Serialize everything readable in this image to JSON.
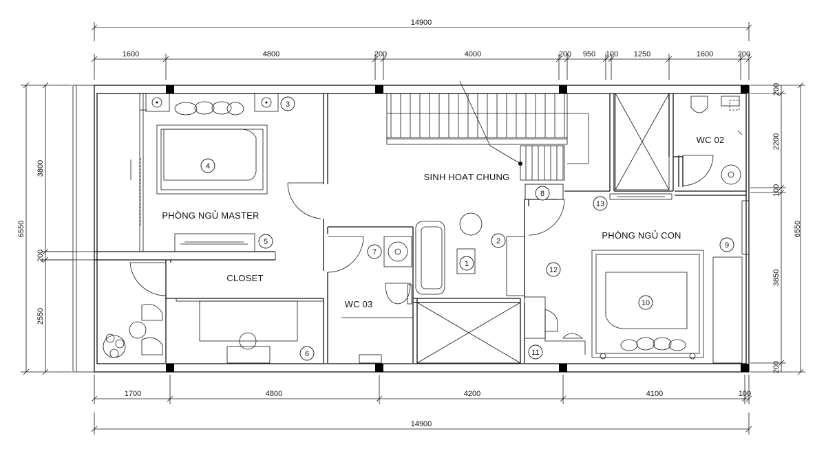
{
  "dimensions": {
    "top_total": "14900",
    "top_segments": [
      "1600",
      "4800",
      "200",
      "4000",
      "200",
      "950",
      "100",
      "1250",
      "1600",
      "200"
    ],
    "bottom_segments": [
      "1700",
      "4800",
      "4200",
      "4100",
      "100"
    ],
    "bottom_total": "14900",
    "left_outer": "6550",
    "left_inner": [
      "3800",
      "200",
      "2550"
    ],
    "right_outer": "6550",
    "right_inner": [
      "200",
      "2200",
      "100",
      "3850",
      "200"
    ]
  },
  "rooms": {
    "master_bedroom": "PHÒNG NGỦ MASTER",
    "living": "SINH HOẠT CHUNG",
    "wc02": "WC 02",
    "closet": "CLOSET",
    "wc03": "WC 03",
    "child_bedroom": "PHÒNG NGỦ CON"
  },
  "callouts": [
    "1",
    "2",
    "3",
    "4",
    "5",
    "6",
    "7",
    "8",
    "9",
    "10",
    "11",
    "12",
    "13"
  ]
}
